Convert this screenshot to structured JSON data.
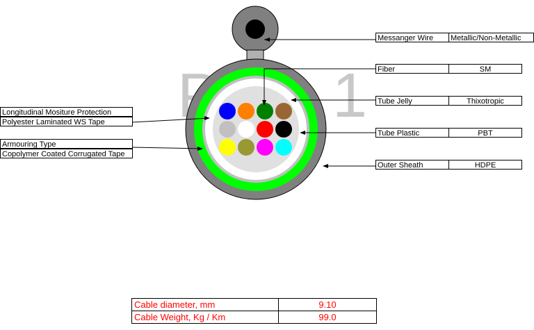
{
  "background_text": [
    "P",
    "1"
  ],
  "right_labels": [
    {
      "name": "Messanger Wire",
      "value": "Metallic/Non-Metallic"
    },
    {
      "name": "Fiber",
      "value": "SM"
    },
    {
      "name": "Tube Jelly",
      "value": "Thixotropic"
    },
    {
      "name": "Tube Plastic",
      "value": "PBT"
    },
    {
      "name": "Outer Sheath",
      "value": "HDPE"
    }
  ],
  "left_labels": [
    {
      "title": "Longitudinal Mositure Protection",
      "value": "Polyester Laminated WS Tape"
    },
    {
      "title": "Armouring Type",
      "value": "Copolymer Coated Corrugated Tape"
    }
  ],
  "specs": [
    {
      "label": "Cable diameter,  mm",
      "value": "9.10"
    },
    {
      "label": "Cable Weight,  Kg / Km",
      "value": "99.0"
    }
  ],
  "colors": {
    "outer_sheath": "#808080",
    "armour": "#00ff00",
    "water_block": "#c0c0c0",
    "tube": "#e0e0e0",
    "messenger_outer": "#808080",
    "messenger_core": "#000000",
    "fibers": [
      "#0000ff",
      "#ff7f00",
      "#008000",
      "#996633",
      "#c0c0c0",
      "#ffffff",
      "#ff0000",
      "#000000",
      "#ffff00",
      "#999933",
      "#ff00ff",
      "#00ffff"
    ]
  }
}
